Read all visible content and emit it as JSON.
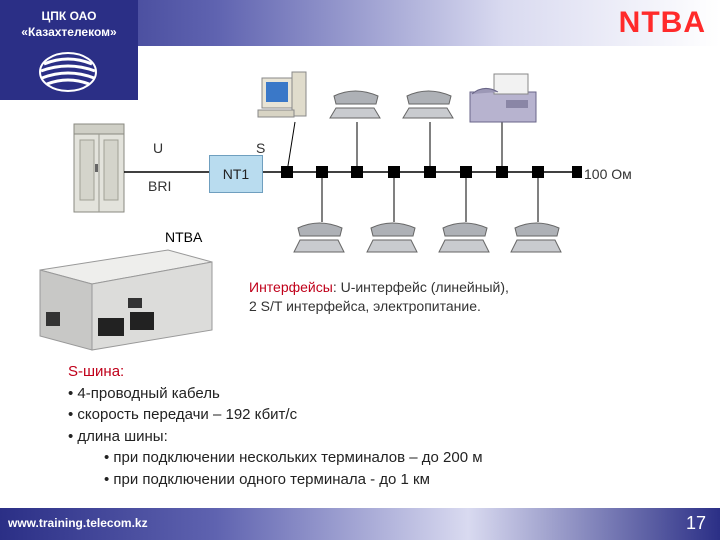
{
  "header": {
    "org_line1": "ЦПК ОАО",
    "org_line2": "«Казахтелеком»",
    "title": "NTBA"
  },
  "diagram": {
    "label_u": "U",
    "label_bri": "BRI",
    "label_s": "S",
    "nt1_label": "NT1",
    "terminator_label": "100 Ом",
    "device_label": "NTBA",
    "icons": {
      "exchange": "telephone-exchange-cabinet-icon",
      "computer": "computer-terminal-icon",
      "telephone": "telephone-icon",
      "fax": "fax-machine-icon",
      "device": "ntba-device-photo"
    }
  },
  "interfaces": {
    "heading": "Интерфейсы",
    "line1_rest": ": U-интерфейс (линейный),",
    "line2": "2 S/T интерфейса, электропитание."
  },
  "sbus": {
    "heading": "S-шина:",
    "bullets": [
      "• 4-проводный кабель",
      "• скорость передачи – 192 кбит/с",
      "• длина шины:"
    ],
    "sub_bullets": [
      "• при подключении нескольких терминалов – до 200 м",
      "• при подключении одного терминала - до 1 км"
    ]
  },
  "footer": {
    "url": "www.training.telecom.kz",
    "page": "17"
  },
  "colors": {
    "brand_blue": "#2b2f86",
    "title_red": "#ff2a2a",
    "highlight_red": "#c0001a",
    "nt1_fill": "#b9dcef"
  }
}
